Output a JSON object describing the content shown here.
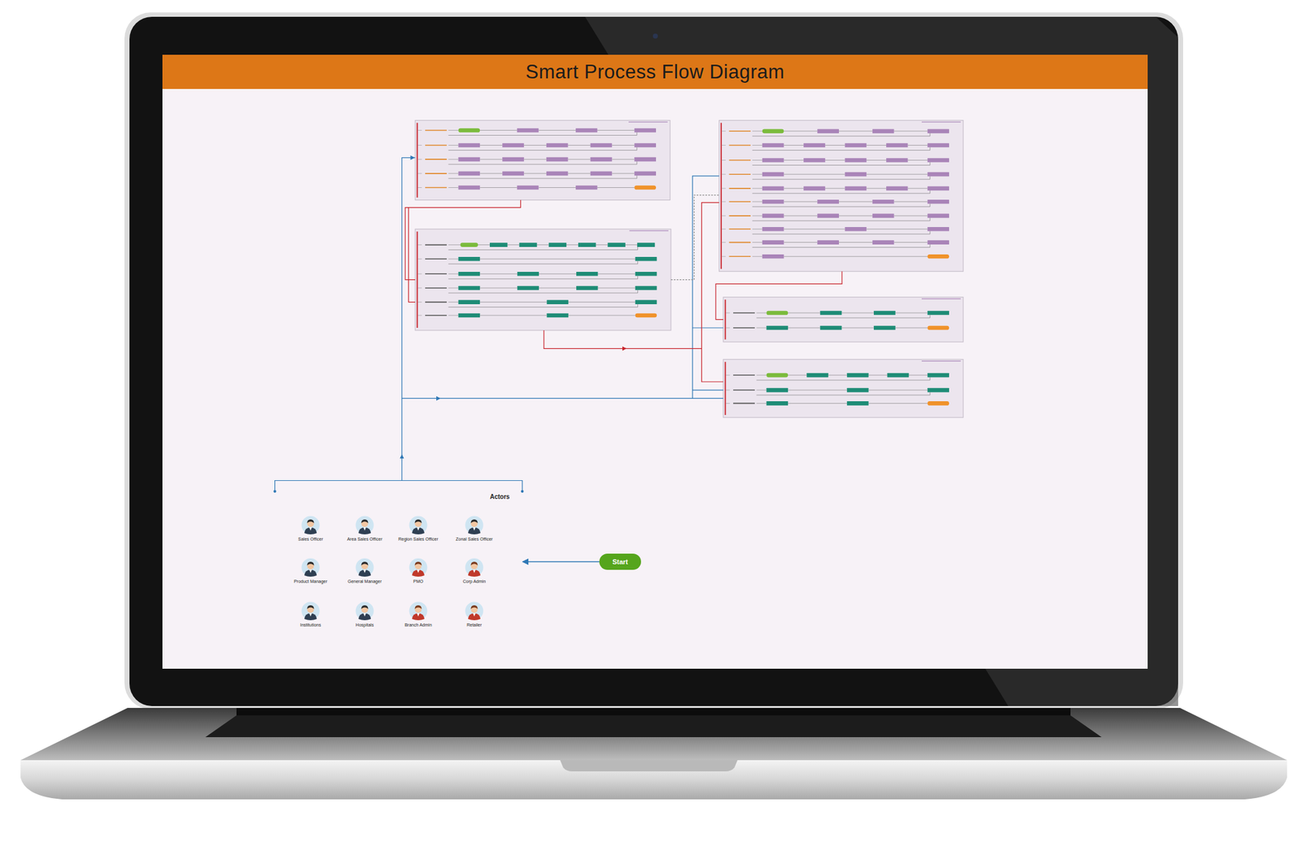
{
  "diagram": {
    "title": "Smart Process Flow Diagram",
    "nodes": [
      {
        "text": [
          "Actors"
        ]
      },
      {
        "text": [
          "Sales Officer"
        ],
        "in": 0
      },
      {
        "text": [
          "Area Sales Officer"
        ],
        "in": 0
      },
      {
        "text": [
          "Region Sales Officer"
        ],
        "in": 0
      },
      {
        "text": [
          "Zonal Sales Officer"
        ],
        "in": 0
      },
      {
        "text": [
          "Product Manager"
        ],
        "in": 0
      },
      {
        "text": [
          "General Manager"
        ],
        "in": 0
      },
      {
        "text": [
          "PMO"
        ],
        "in": 0
      },
      {
        "text": [
          "Corp Admin"
        ],
        "in": 0
      },
      {
        "text": [
          "Institutions"
        ],
        "in": 0
      },
      {
        "text": [
          "Hospitals"
        ],
        "in": 0
      },
      {
        "text": [
          "Branch Admin"
        ],
        "in": 0
      },
      {
        "text": [
          "Retailer"
        ],
        "in": 0
      },
      {
        "text": [
          "Start"
        ]
      }
    ],
    "edges": [
      {
        "from": 13,
        "to": 0,
        "arrow": "to"
      }
    ]
  }
}
